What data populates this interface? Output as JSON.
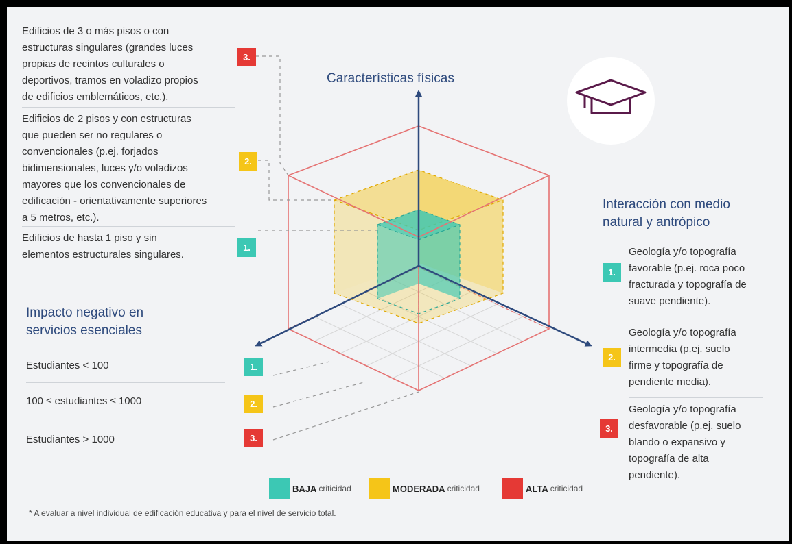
{
  "colors": {
    "baja": "#3cc8b4",
    "moderada": "#f5c518",
    "alta": "#e53935",
    "axis": "#2e4a7d",
    "cube_red": "#e57373",
    "icon": "#5a1a4a"
  },
  "left_top": {
    "items": [
      {
        "text": "Edificios de 3 o más pisos o con\nestructuras singulares (grandes luces\npropias de recintos culturales o\ndeportivos, tramos en voladizo propios\nde edificios emblemáticos, etc.).",
        "badge": "3."
      },
      {
        "text": "Edificios de 2 pisos y con estructuras\nque pueden ser no regulares o\nconvencionales (p.ej. forjados\nbidimensionales, luces y/o voladizos\nmayores que los convencionales de\nedificación - orientativamente superiores\na 5 metros, etc.).",
        "badge": "2."
      },
      {
        "text": "Edificios de hasta 1 piso y sin\nelementos estructurales singulares.",
        "badge": "1."
      }
    ]
  },
  "axes": {
    "top": "Características físicas",
    "right": "Interacción con medio\nnatural y antrópico",
    "left": "Impacto negativo en\nservicios esenciales"
  },
  "left_bottom": {
    "items": [
      {
        "text": "Estudiantes < 100",
        "badge": "1."
      },
      {
        "text": "100 ≤ estudiantes ≤ 1000",
        "badge": "2."
      },
      {
        "text": "Estudiantes  > 1000",
        "badge": "3."
      }
    ]
  },
  "right_items": [
    {
      "text": "Geología y/o topografía\nfavorable (p.ej. roca poco\nfracturada y topografía de\nsuave pendiente).",
      "badge": "1."
    },
    {
      "text": "Geología y/o topografía\nintermedia (p.ej. suelo\nfirme y topografía de\npendiente media).",
      "badge": "2."
    },
    {
      "text": "Geología y/o topografía\ndesfavorable (p.ej. suelo\nblando o expansivo y\ntopografía de alta\npendiente).",
      "badge": "3."
    }
  ],
  "legend": [
    {
      "strong": "BAJA",
      "sub": "criticidad"
    },
    {
      "strong": "MODERADA",
      "sub": "criticidad"
    },
    {
      "strong": "ALTA",
      "sub": "criticidad"
    }
  ],
  "icon": "graduation-cap-icon",
  "footnote": "* A evaluar a nivel individual de edificación educativa y para  el nivel de servicio total."
}
